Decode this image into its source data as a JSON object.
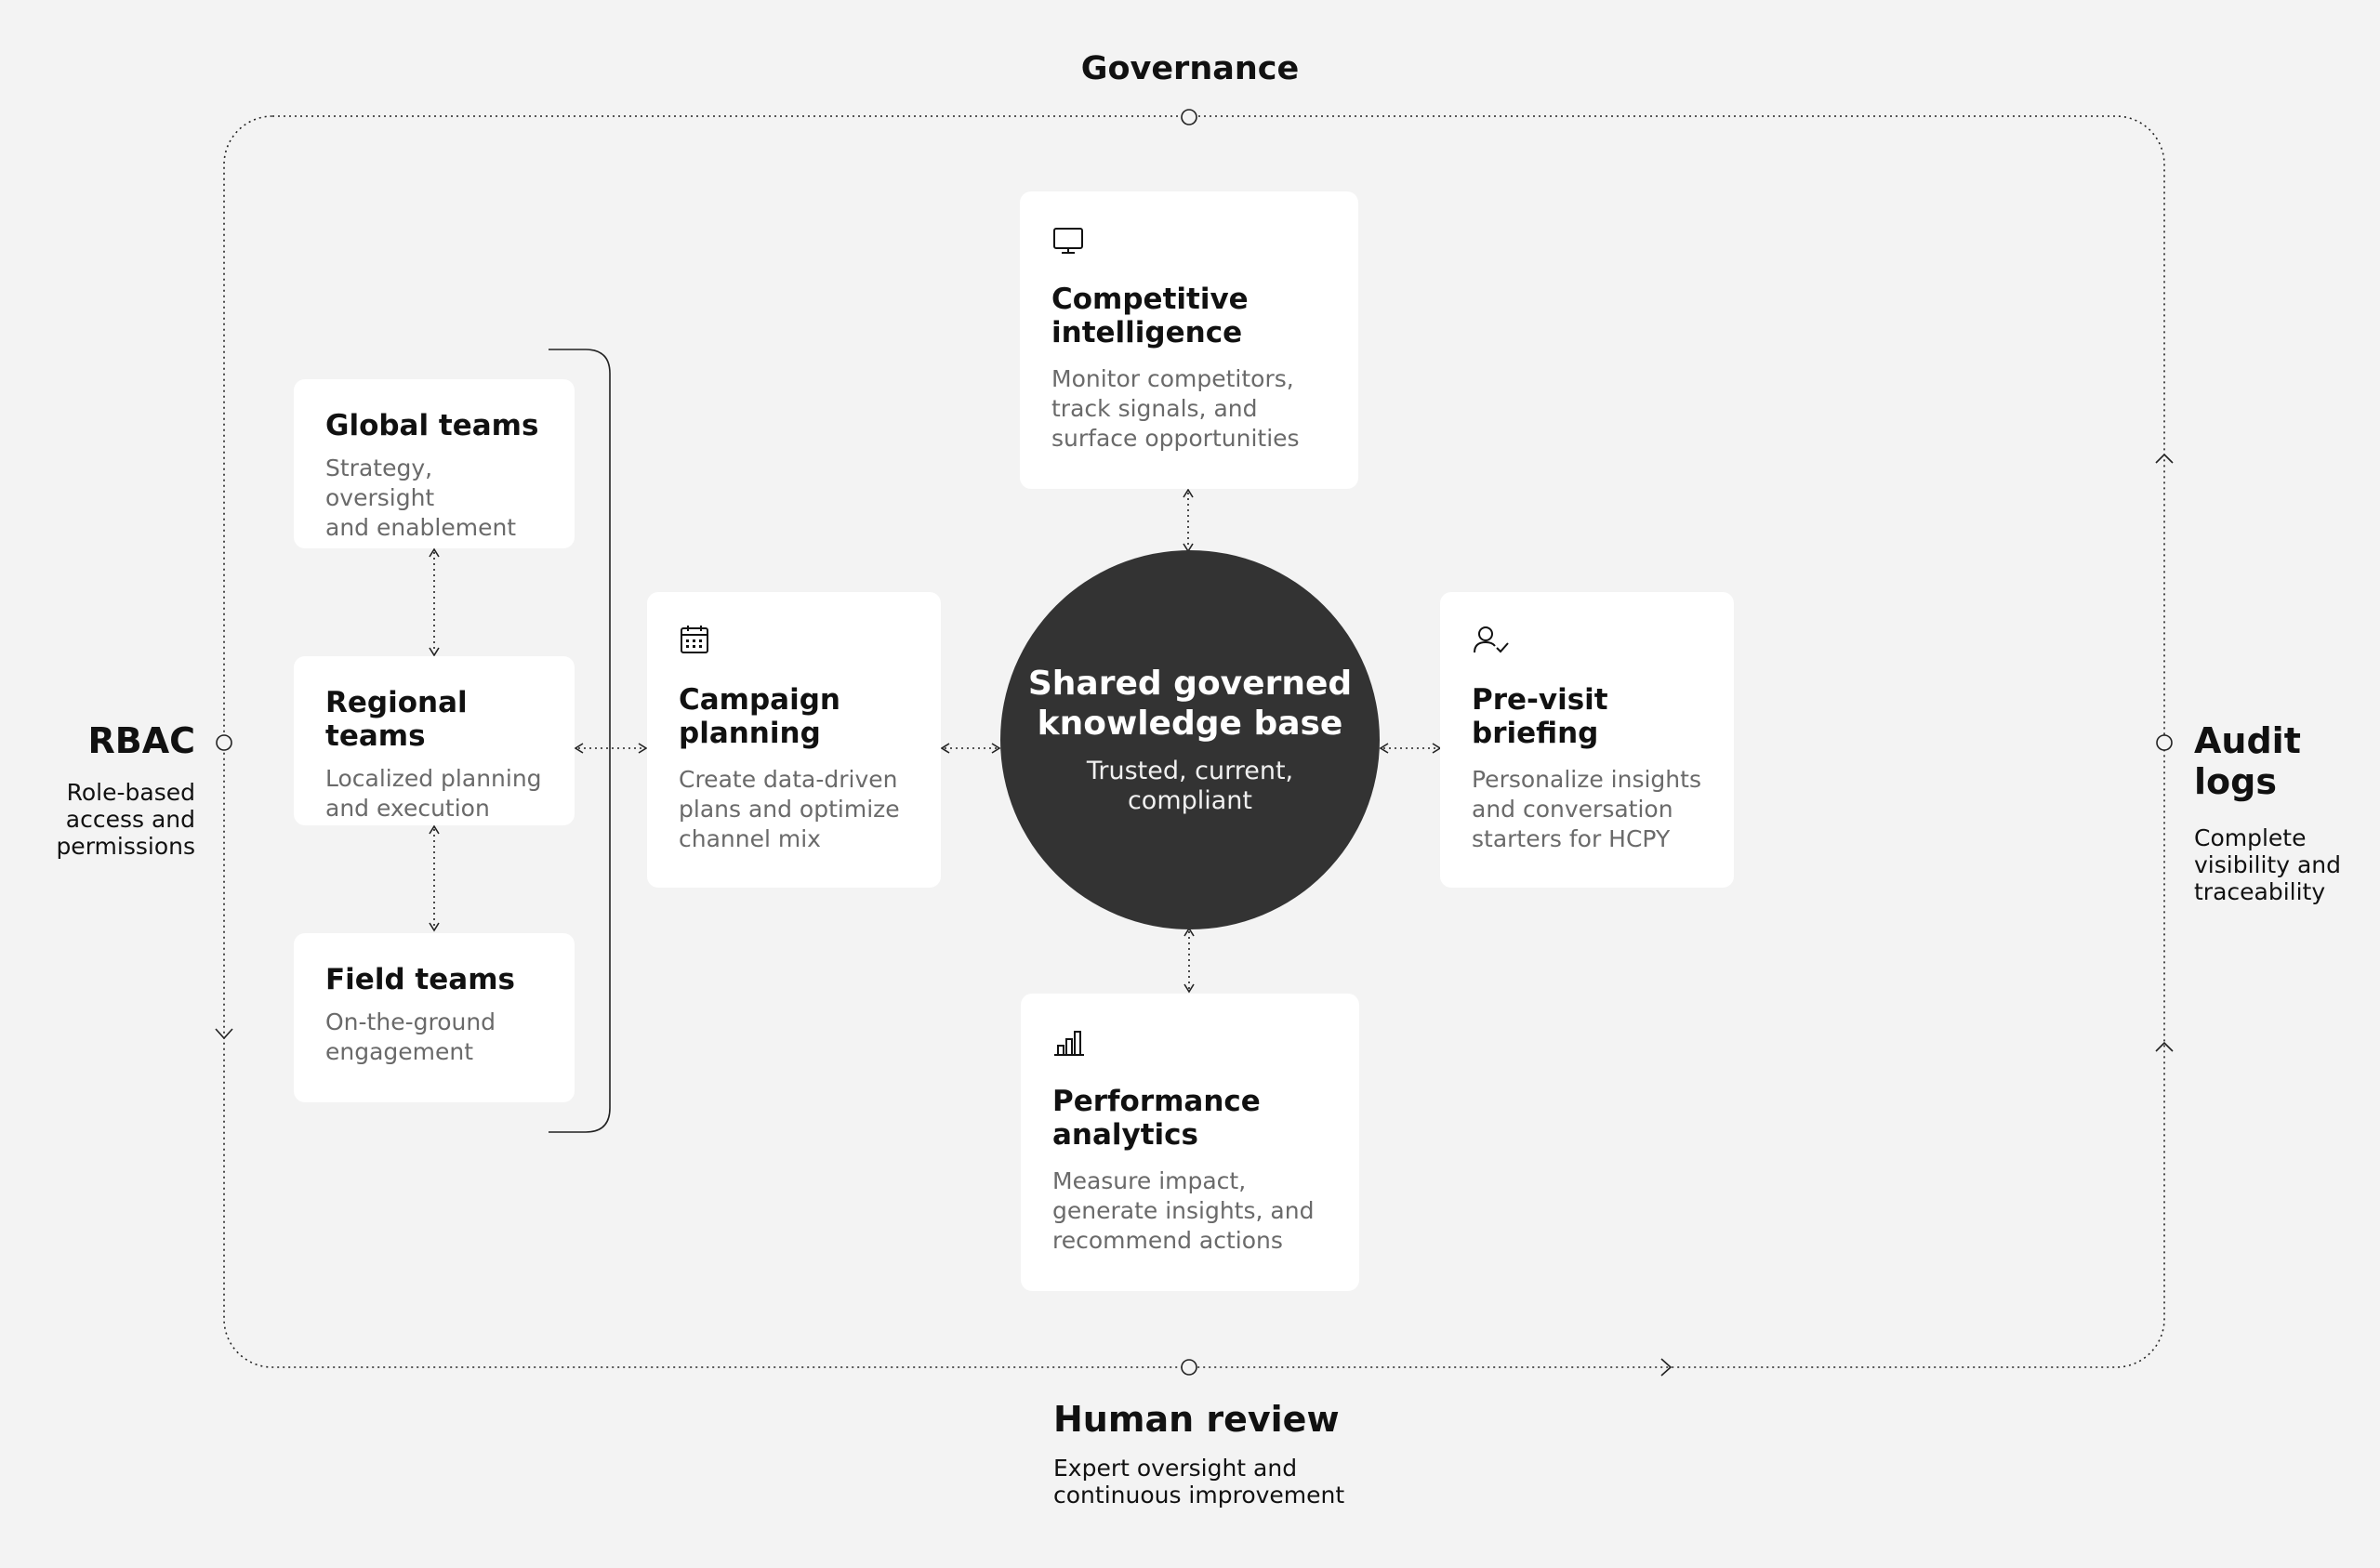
{
  "governance": {
    "label": "Governance"
  },
  "rbac": {
    "title": "RBAC",
    "desc": "Role-based\naccess and\npermissions"
  },
  "audit": {
    "title": "Audit\nlogs",
    "desc": "Complete\nvisibility and\ntraceability"
  },
  "human_review": {
    "title": "Human review",
    "desc": "Expert oversight and\ncontinuous improvement"
  },
  "teams": [
    {
      "title": "Global teams",
      "desc": "Strategy, oversight\nand enablement"
    },
    {
      "title": "Regional teams",
      "desc": "Localized planning\nand execution"
    },
    {
      "title": "Field teams",
      "desc": "On-the-ground\nengagement"
    }
  ],
  "campaign": {
    "icon": "calendar-icon",
    "title": "Campaign\nplanning",
    "desc": "Create data-driven\nplans and optimize\nchannel mix"
  },
  "competitive": {
    "icon": "monitor-icon",
    "title": "Competitive\nintelligence",
    "desc": "Monitor competitors,\ntrack signals, and\nsurface opportunities"
  },
  "previsit": {
    "icon": "user-check-icon",
    "title": "Pre-visit\nbriefing",
    "desc": "Personalize insights\nand conversation\nstarters for HCPY"
  },
  "performance": {
    "icon": "bar-chart-icon",
    "title": "Performance\nanalytics",
    "desc": "Measure impact,\ngenerate insights, and\nrecommend actions"
  },
  "hub": {
    "title": "Shared governed\nknowledge base",
    "subtitle": "Trusted, current,\ncompliant"
  },
  "colors": {
    "background": "#f3f3f3",
    "card": "#ffffff",
    "hub": "#333333",
    "muted_text": "#6a6a6a"
  }
}
